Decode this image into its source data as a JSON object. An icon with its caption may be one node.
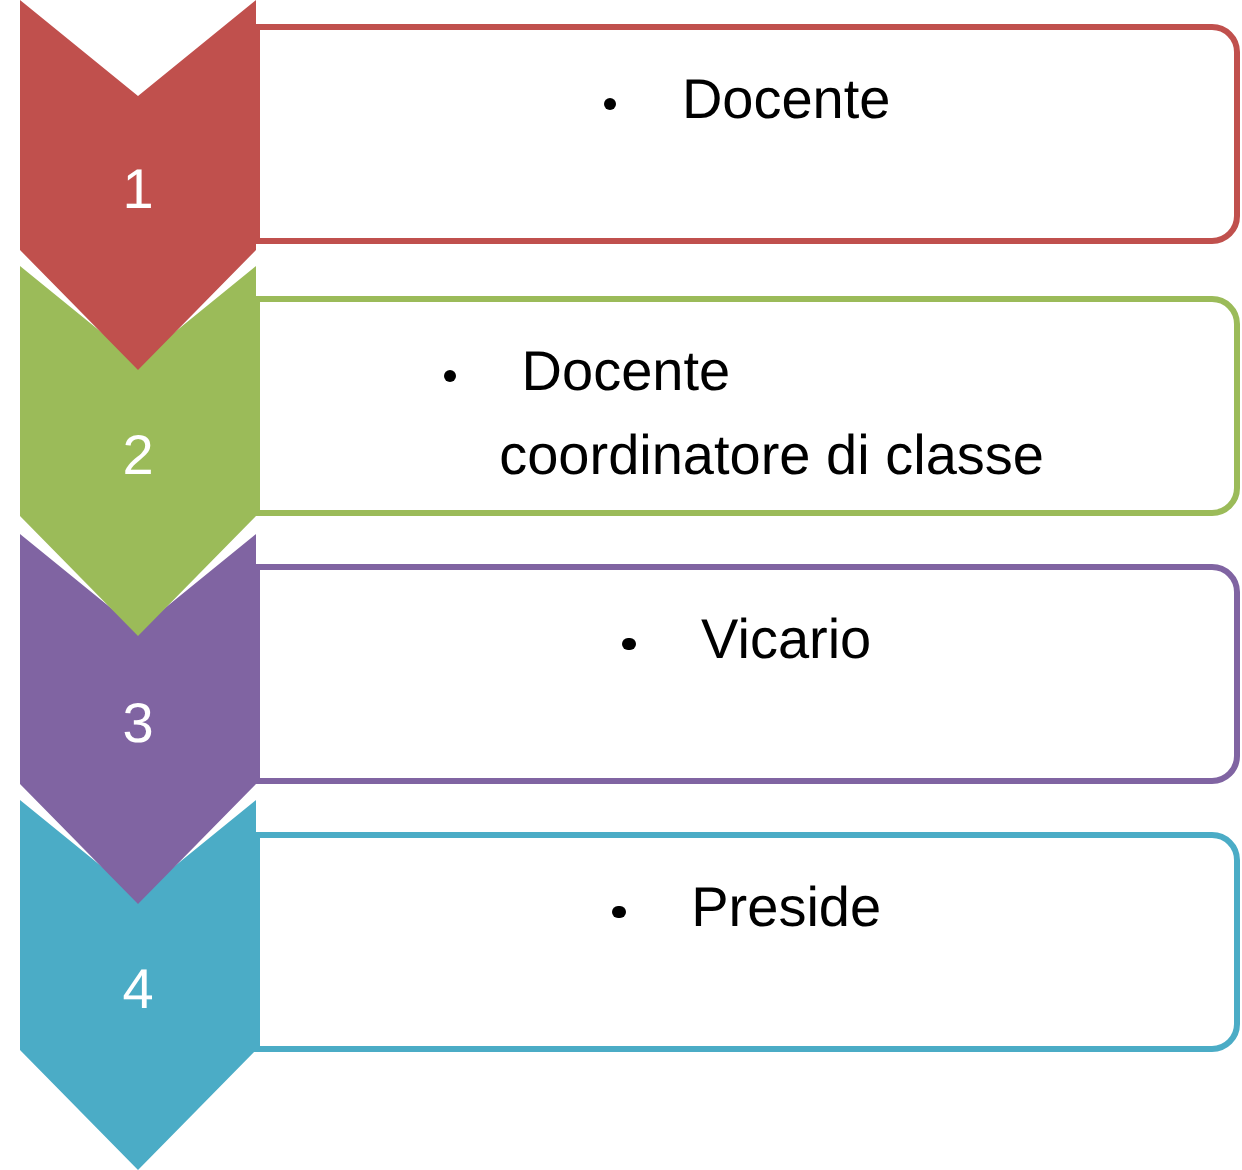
{
  "diagram": {
    "nodes": [
      {
        "text": [
          "1"
        ]
      },
      {
        "text": [
          "Docente"
        ]
      },
      {
        "text": [
          "2"
        ]
      },
      {
        "text": [
          "Docente coordinatore di classe"
        ]
      },
      {
        "text": [
          "3"
        ]
      },
      {
        "text": [
          "Vicario"
        ]
      },
      {
        "text": [
          "4"
        ]
      },
      {
        "text": [
          "Preside"
        ]
      }
    ]
  }
}
